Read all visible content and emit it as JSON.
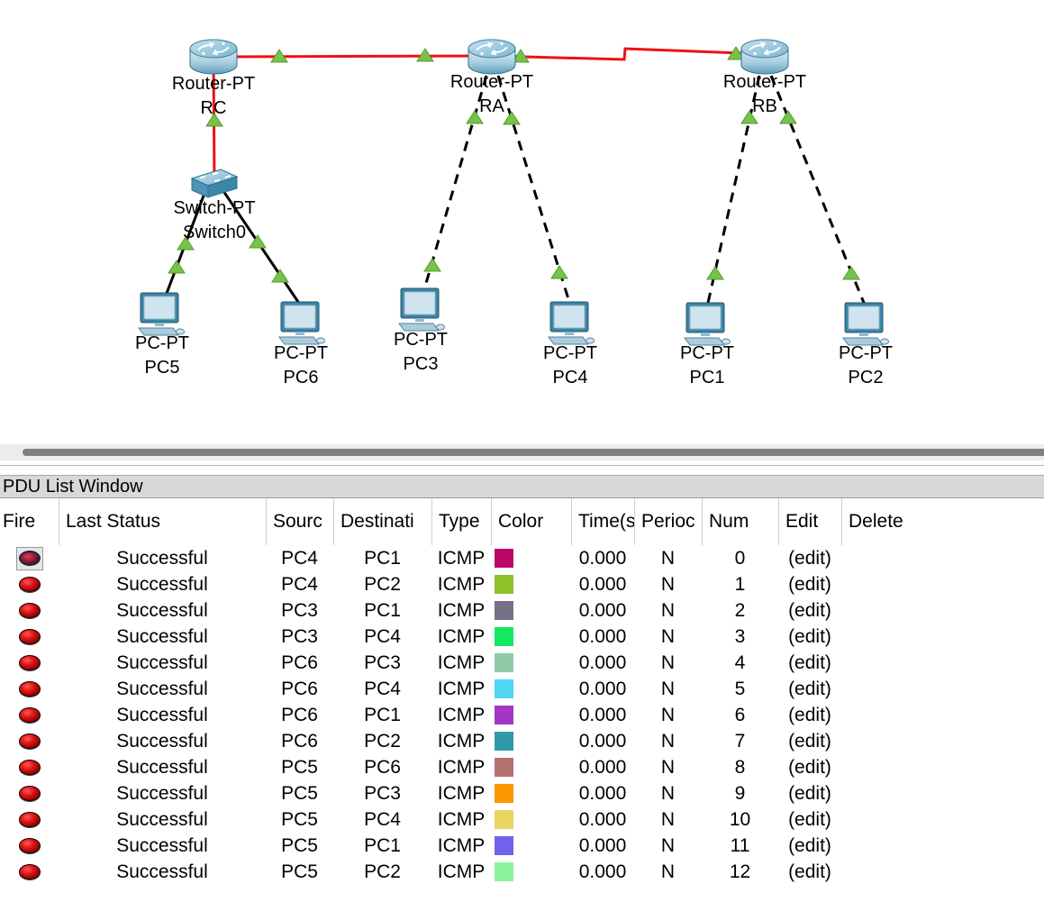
{
  "colors": {
    "serial_link": "#ee1111",
    "ethernet_link": "#000000",
    "status_arrow_green": "#77c34a",
    "scrollbar_thumb": "#7f7f7f",
    "title_bar_bg": "#d8d8d8",
    "selected_fire_button_bg": "#e6e6e6",
    "fire_icon_red": "#cc1122"
  },
  "topology": {
    "devices": [
      {
        "type": "router",
        "model": "Router-PT",
        "name": "RC"
      },
      {
        "type": "router",
        "model": "Router-PT",
        "name": "RA"
      },
      {
        "type": "router",
        "model": "Router-PT",
        "name": "RB"
      },
      {
        "type": "switch",
        "model": "Switch-PT",
        "name": "Switch0"
      },
      {
        "type": "pc",
        "model": "PC-PT",
        "name": "PC5"
      },
      {
        "type": "pc",
        "model": "PC-PT",
        "name": "PC6"
      },
      {
        "type": "pc",
        "model": "PC-PT",
        "name": "PC3"
      },
      {
        "type": "pc",
        "model": "PC-PT",
        "name": "PC4"
      },
      {
        "type": "pc",
        "model": "PC-PT",
        "name": "PC1"
      },
      {
        "type": "pc",
        "model": "PC-PT",
        "name": "PC2"
      }
    ],
    "links": [
      {
        "from": "RC",
        "to": "RA",
        "type": "serial",
        "status": "up"
      },
      {
        "from": "RA",
        "to": "RB",
        "type": "serial",
        "status": "up"
      },
      {
        "from": "RC",
        "to": "Switch0",
        "type": "copper",
        "status": "up"
      },
      {
        "from": "Switch0",
        "to": "PC5",
        "type": "copper",
        "status": "up"
      },
      {
        "from": "Switch0",
        "to": "PC6",
        "type": "copper",
        "status": "up"
      },
      {
        "from": "RA",
        "to": "PC3",
        "type": "copper-crossover",
        "status": "up"
      },
      {
        "from": "RA",
        "to": "PC4",
        "type": "copper-crossover",
        "status": "up"
      },
      {
        "from": "RB",
        "to": "PC1",
        "type": "copper-crossover",
        "status": "up"
      },
      {
        "from": "RB",
        "to": "PC2",
        "type": "copper-crossover",
        "status": "up"
      }
    ]
  },
  "pdu": {
    "title": "PDU List Window",
    "columns": [
      "Fire",
      "Last Status",
      "Sourc",
      "Destinati",
      "Type",
      "Color",
      "Time(s",
      "Perioc",
      "Num",
      "Edit",
      "Delete"
    ],
    "rows": [
      {
        "selected": true,
        "status": "Successful",
        "source": "PC4",
        "destination": "PC1",
        "type": "ICMP",
        "color": "#bb0768",
        "time": "0.000",
        "periodic": "N",
        "num": "0",
        "edit": "(edit)",
        "delete": ""
      },
      {
        "status": "Successful",
        "source": "PC4",
        "destination": "PC2",
        "type": "ICMP",
        "color": "#8ec02a",
        "time": "0.000",
        "periodic": "N",
        "num": "1",
        "edit": "(edit)",
        "delete": ""
      },
      {
        "status": "Successful",
        "source": "PC3",
        "destination": "PC1",
        "type": "ICMP",
        "color": "#757083",
        "time": "0.000",
        "periodic": "N",
        "num": "2",
        "edit": "(edit)",
        "delete": ""
      },
      {
        "status": "Successful",
        "source": "PC3",
        "destination": "PC4",
        "type": "ICMP",
        "color": "#14e95e",
        "time": "0.000",
        "periodic": "N",
        "num": "3",
        "edit": "(edit)",
        "delete": ""
      },
      {
        "status": "Successful",
        "source": "PC6",
        "destination": "PC3",
        "type": "ICMP",
        "color": "#8fcba6",
        "time": "0.000",
        "periodic": "N",
        "num": "4",
        "edit": "(edit)",
        "delete": ""
      },
      {
        "status": "Successful",
        "source": "PC6",
        "destination": "PC4",
        "type": "ICMP",
        "color": "#4fd7f4",
        "time": "0.000",
        "periodic": "N",
        "num": "5",
        "edit": "(edit)",
        "delete": ""
      },
      {
        "status": "Successful",
        "source": "PC6",
        "destination": "PC1",
        "type": "ICMP",
        "color": "#a436c6",
        "time": "0.000",
        "periodic": "N",
        "num": "6",
        "edit": "(edit)",
        "delete": ""
      },
      {
        "status": "Successful",
        "source": "PC6",
        "destination": "PC2",
        "type": "ICMP",
        "color": "#2f9aa8",
        "time": "0.000",
        "periodic": "N",
        "num": "7",
        "edit": "(edit)",
        "delete": ""
      },
      {
        "status": "Successful",
        "source": "PC5",
        "destination": "PC6",
        "type": "ICMP",
        "color": "#b5716e",
        "time": "0.000",
        "periodic": "N",
        "num": "8",
        "edit": "(edit)",
        "delete": ""
      },
      {
        "status": "Successful",
        "source": "PC5",
        "destination": "PC3",
        "type": "ICMP",
        "color": "#fb9700",
        "time": "0.000",
        "periodic": "N",
        "num": "9",
        "edit": "(edit)",
        "delete": ""
      },
      {
        "status": "Successful",
        "source": "PC5",
        "destination": "PC4",
        "type": "ICMP",
        "color": "#e7d65f",
        "time": "0.000",
        "periodic": "N",
        "num": "10",
        "edit": "(edit)",
        "delete": ""
      },
      {
        "status": "Successful",
        "source": "PC5",
        "destination": "PC1",
        "type": "ICMP",
        "color": "#7061ee",
        "time": "0.000",
        "periodic": "N",
        "num": "11",
        "edit": "(edit)",
        "delete": ""
      },
      {
        "status": "Successful",
        "source": "PC5",
        "destination": "PC2",
        "type": "ICMP",
        "color": "#8df39a",
        "time": "0.000",
        "periodic": "N",
        "num": "12",
        "edit": "(edit)",
        "delete": ""
      }
    ]
  }
}
